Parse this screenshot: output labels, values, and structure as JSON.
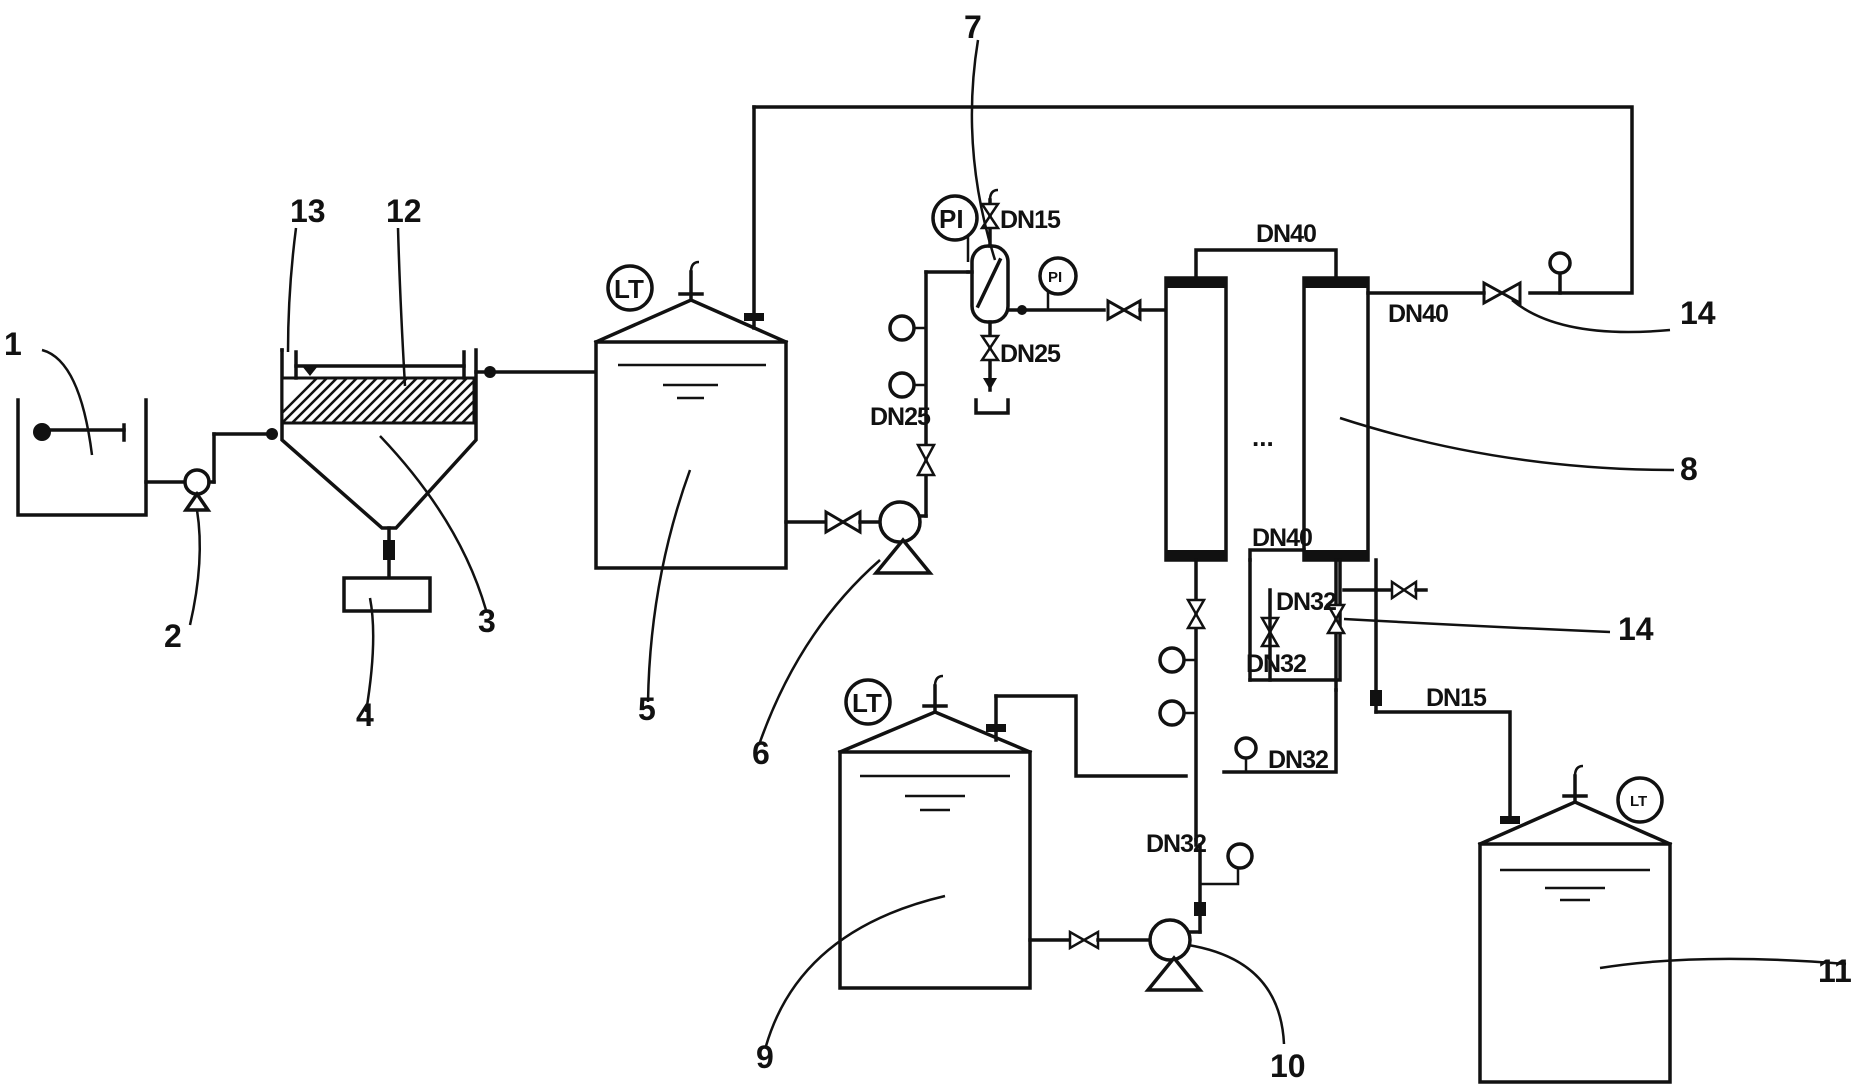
{
  "components": {
    "c1": "1",
    "c2": "2",
    "c3": "3",
    "c4": "4",
    "c5": "5",
    "c6": "6",
    "c7": "7",
    "c8": "8",
    "c9": "9",
    "c10": "10",
    "c11": "11",
    "c12": "12",
    "c13": "13",
    "c14a": "14",
    "c14b": "14"
  },
  "pipe_sizes": {
    "dn15_filter_top": "DN15",
    "dn25_filter_bottom": "DN25",
    "dn25_pump_line": "DN25",
    "dn40_top_link": "DN40",
    "dn40_outlet": "DN40",
    "dn40_bottom_link": "DN40",
    "dn32_right": "DN32",
    "dn32_left": "DN32",
    "dn32_gauge": "DN32",
    "dn32_pump_line": "DN32",
    "dn15_outlet": "DN15"
  },
  "instruments": {
    "lt_tank5": "LT",
    "lt_tank9": "LT",
    "lt_tank11": "LT",
    "pi_filter": "PI",
    "pi_small": "PI"
  },
  "ellipsis": "..."
}
